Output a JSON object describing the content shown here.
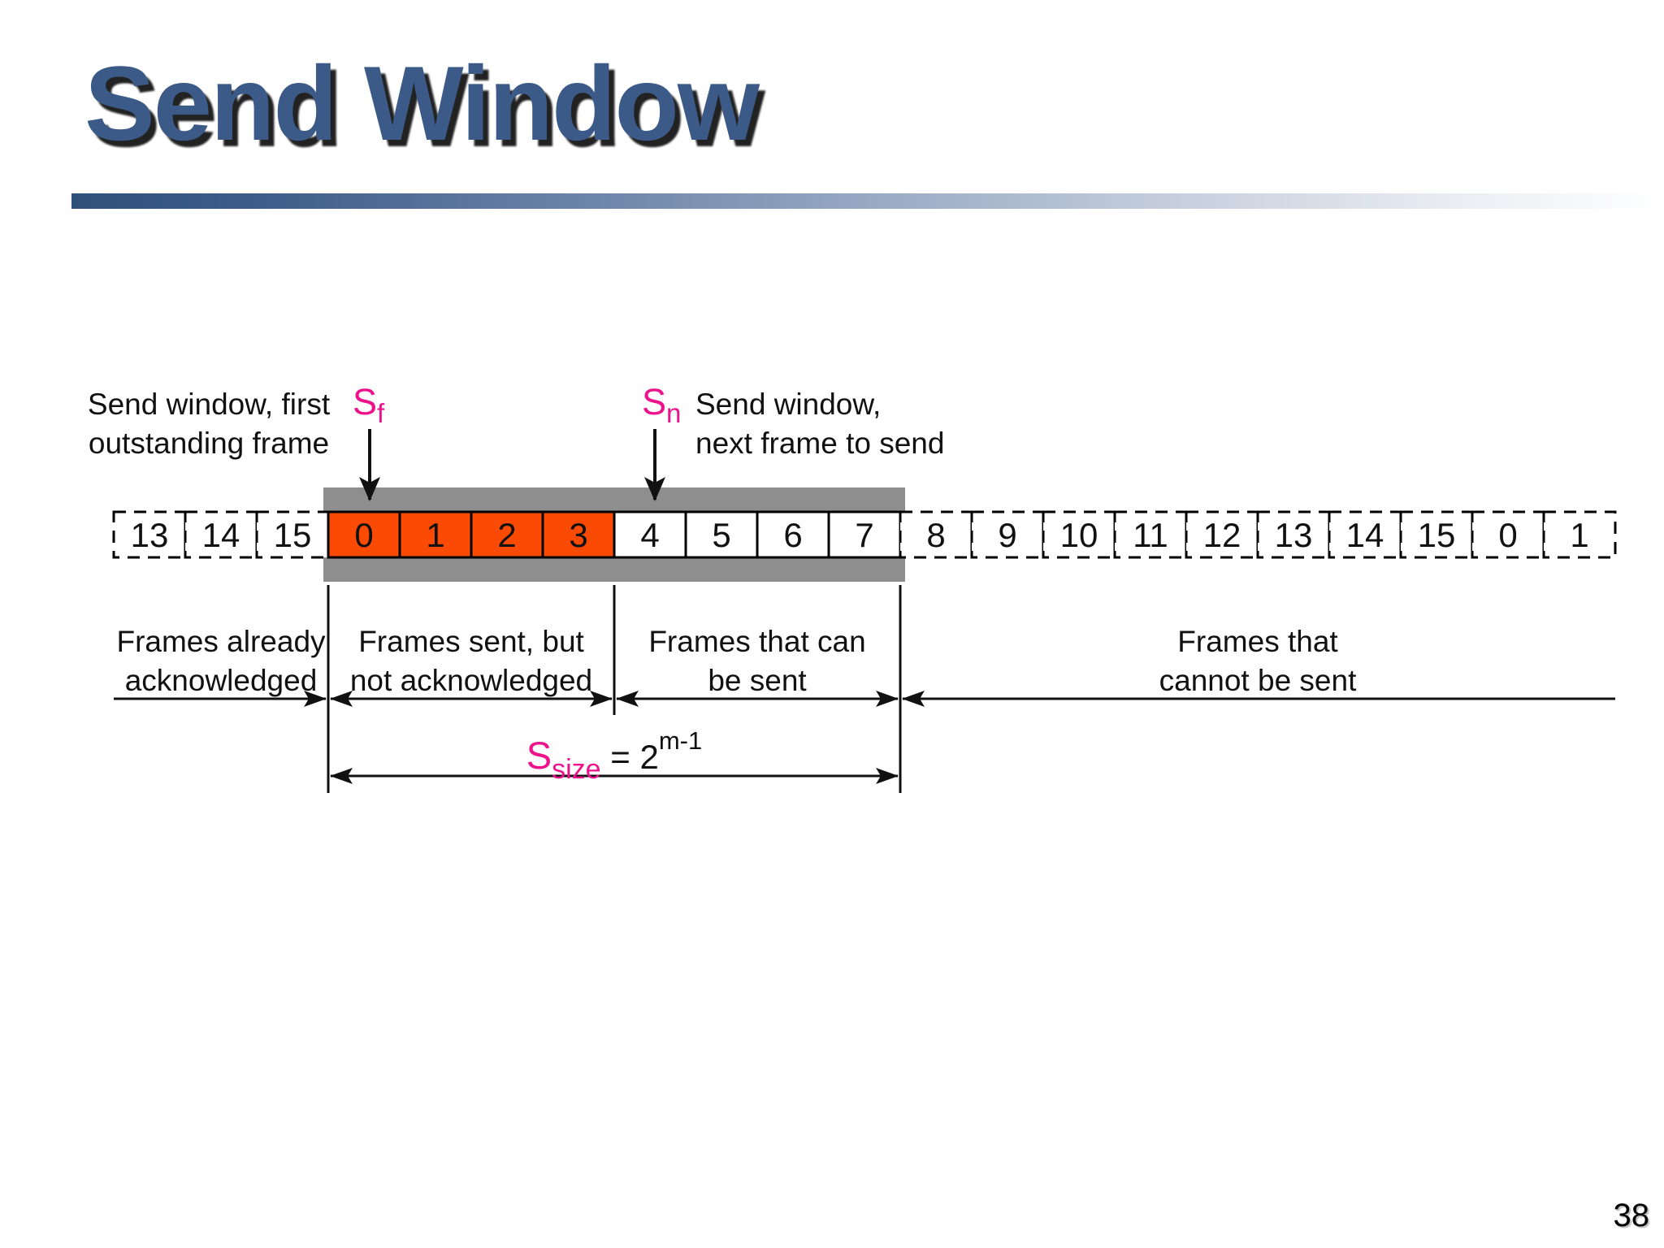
{
  "slide": {
    "title": "Send Window",
    "page_number": "38"
  },
  "pointers": {
    "sf": {
      "symbol": "S",
      "subscript": "f",
      "desc_line1": "Send window, first",
      "desc_line2": "outstanding frame"
    },
    "sn": {
      "symbol": "S",
      "subscript": "n",
      "desc_line1": "Send window,",
      "desc_line2": "next frame to send"
    }
  },
  "diagram": {
    "frames": [
      {
        "label": "13",
        "state": "acked"
      },
      {
        "label": "14",
        "state": "acked"
      },
      {
        "label": "15",
        "state": "acked"
      },
      {
        "label": "0",
        "state": "outstanding"
      },
      {
        "label": "1",
        "state": "outstanding"
      },
      {
        "label": "2",
        "state": "outstanding"
      },
      {
        "label": "3",
        "state": "outstanding"
      },
      {
        "label": "4",
        "state": "sendable"
      },
      {
        "label": "5",
        "state": "sendable"
      },
      {
        "label": "6",
        "state": "sendable"
      },
      {
        "label": "7",
        "state": "sendable"
      },
      {
        "label": "8",
        "state": "unsendable"
      },
      {
        "label": "9",
        "state": "unsendable"
      },
      {
        "label": "10",
        "state": "unsendable"
      },
      {
        "label": "11",
        "state": "unsendable"
      },
      {
        "label": "12",
        "state": "unsendable"
      },
      {
        "label": "13",
        "state": "unsendable"
      },
      {
        "label": "14",
        "state": "unsendable"
      },
      {
        "label": "15",
        "state": "unsendable"
      },
      {
        "label": "0",
        "state": "unsendable"
      },
      {
        "label": "1",
        "state": "unsendable"
      }
    ],
    "sections": [
      {
        "line1": "Frames already",
        "line2": "acknowledged"
      },
      {
        "line1": "Frames sent, but",
        "line2": "not acknowledged"
      },
      {
        "line1": "Frames that can",
        "line2": "be sent"
      },
      {
        "line1": "Frames that",
        "line2": "cannot be sent"
      }
    ],
    "formula": {
      "symbol": "S",
      "subscript": "size",
      "equals": " = 2",
      "exponent": "m-1"
    }
  },
  "colors": {
    "title_blue": "#3c5a88",
    "window_gray": "#8e8e8e",
    "outstanding_orange": "#fb4a04",
    "highlight_pink": "#ec128b",
    "line_black": "#111111"
  }
}
